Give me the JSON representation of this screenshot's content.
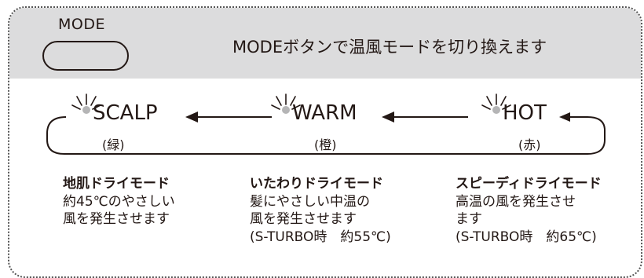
{
  "header": {
    "mode_label": "MODE",
    "instruction": "MODEボタンで温風モードを切り換えます"
  },
  "modes": [
    {
      "name": "SCALP",
      "color_label": "(緑)"
    },
    {
      "name": "WARM",
      "color_label": "(橙)"
    },
    {
      "name": "HOT",
      "color_label": "(赤)"
    }
  ],
  "descriptions": [
    {
      "title": "地肌ドライモード",
      "lines": [
        "約45℃のやさしい",
        "風を発生させます"
      ]
    },
    {
      "title": "いたわりドライモード",
      "lines": [
        "髪にやさしい中温の",
        "風を発生させます",
        "(S-TURBO時　約55℃)"
      ]
    },
    {
      "title": "スピーディドライモード",
      "lines": [
        "高温の風を発生させ",
        "ます",
        "(S-TURBO時　約65℃)"
      ]
    }
  ],
  "colors": {
    "header_band": "#dcdcdd",
    "text": "#231815",
    "lamp": "#b5b5b6",
    "border": "#555555"
  },
  "icons": {
    "lamp": "light-burst-icon",
    "arrow": "arrow-left-icon"
  }
}
